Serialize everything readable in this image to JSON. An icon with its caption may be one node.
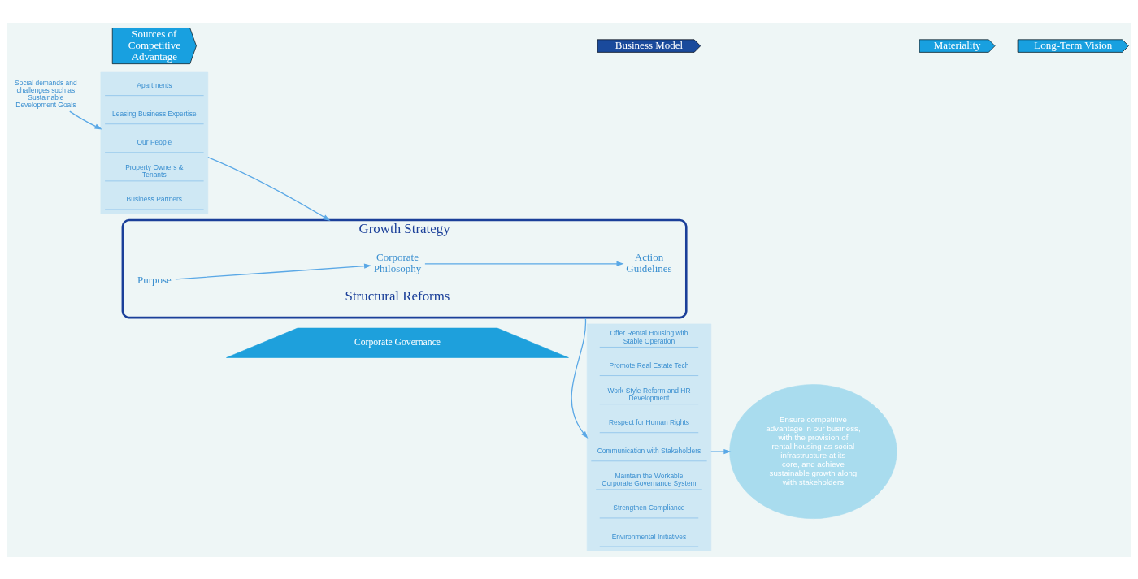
{
  "diagram": {
    "nodes": [
      {
        "text": [
          "Sources of Competitive Advantage"
        ]
      },
      {
        "text": [
          "Business Model"
        ]
      },
      {
        "text": [
          "Materiality"
        ]
      },
      {
        "text": [
          "Long-Term Vision"
        ]
      },
      {
        "text": [
          "Social demands and challenges such as Sustainable Development Goals"
        ]
      },
      {
        "text": [],
        "shape": "box"
      },
      {
        "text": [
          "Apartments"
        ],
        "in": 5
      },
      {
        "text": [
          "Leasing Business Expertise"
        ],
        "in": 5
      },
      {
        "text": [
          "Our People"
        ],
        "in": 5
      },
      {
        "text": [
          "Property Owners & Tenants"
        ],
        "in": 5
      },
      {
        "text": [
          "Business Partners"
        ],
        "in": 5
      },
      {
        "text": [
          "Growth Strategy",
          "Structural Reforms"
        ]
      },
      {
        "text": [
          "Purpose"
        ],
        "in": 11
      },
      {
        "text": [
          "Corporate Philosophy"
        ],
        "in": 11
      },
      {
        "text": [
          "Action Guidelines"
        ],
        "in": 11
      },
      {
        "text": [],
        "shape": "box"
      },
      {
        "text": [
          "Offer Rental Housing with Stable Operation"
        ],
        "in": 15
      },
      {
        "text": [
          "Promote Real Estate Tech"
        ],
        "in": 15
      },
      {
        "text": [
          "Work-Style Reform and HR Development"
        ],
        "in": 15
      },
      {
        "text": [
          "Respect for Human Rights"
        ],
        "in": 15
      },
      {
        "text": [
          "Communication with Stakeholders"
        ],
        "in": 15
      },
      {
        "text": [
          "Maintain the Workable Corporate Governance System"
        ],
        "in": 15
      },
      {
        "text": [
          "Strengthen Compliance"
        ],
        "in": 15
      },
      {
        "text": [
          "Environmental Initiatives"
        ],
        "in": 15
      },
      {
        "text": [
          "Ensure competitive advantage in our business, with the provision of rental housing as social infrastructure at its core, and achieve sustainable growth along with stakeholders"
        ]
      },
      {
        "text": [
          "Corporate Governance"
        ]
      }
    ],
    "edges": [
      {
        "from": 4,
        "to": 5,
        "arrow": "to"
      },
      {
        "from": 5,
        "to": 11,
        "arrow": "to"
      },
      {
        "from": 12,
        "to": 13,
        "arrow": "to"
      },
      {
        "from": 13,
        "to": 14,
        "arrow": "to"
      },
      {
        "from": 11,
        "to": 15,
        "arrow": "to"
      },
      {
        "from": 15,
        "to": 24,
        "arrow": "to"
      }
    ]
  }
}
